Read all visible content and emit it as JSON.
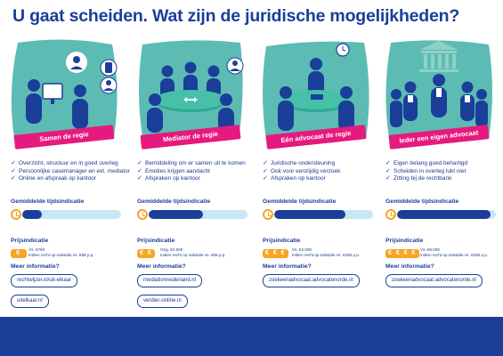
{
  "title": "U gaat scheiden. Wat zijn de juridische mogelijkheden?",
  "labels": {
    "time": "Gemiddelde tijdsindicatie",
    "price": "Prijsindicatie",
    "more": "Meer informatie?"
  },
  "colors": {
    "primary": "#1b3e99",
    "accent": "#e6197e",
    "teal": "#5cbcb4",
    "light_blue": "#c8e6f5",
    "orange": "#f5a623"
  },
  "options": [
    {
      "ribbon": "Samen de regie",
      "bullets": [
        "Overzicht, structuur en in goed overleg",
        "Persoonlijke casemanager en evt. mediator",
        "Online en afspraak op kantoor"
      ],
      "time_fraction": 0.2,
      "price_symbol": "€",
      "price_line1": "Vs. €790",
      "price_line2": "Indien recht op subsidie vs. €58 p.p.",
      "links": [
        "rechtwijzer.nl/uit-elkaar",
        "uitelkaar.nl"
      ]
    },
    {
      "ribbon": "Mediator de regie",
      "bullets": [
        "Bemiddeling om er samen uit te komen",
        "Emoties krijgen aandacht",
        "Afspraken op kantoor"
      ],
      "time_fraction": 0.55,
      "price_symbol": "€ €",
      "price_line1": "Ong. €2.000",
      "price_line2": "Indien recht op subsidie vs. €55 p.p.",
      "links": [
        "mediationnederland.nl",
        "verdier-online.nl"
      ]
    },
    {
      "ribbon": "Eén advocaat de regie",
      "bullets": [
        "Juridische ondersteuning",
        "Ook voor eenzijdig verzoek",
        "Afspraken op kantoor"
      ],
      "time_fraction": 0.72,
      "price_symbol": "€ € €",
      "price_line1": "Vs. €2.000",
      "price_line2": "Indien recht op subsidie vs. €296 p.p.",
      "links": [
        "zoekeenadvocaat.advocatenorde.nl"
      ]
    },
    {
      "ribbon": "Ieder een eigen advocaat",
      "bullets": [
        "Eigen belang goed behartigd",
        "Scheiden in overleg lukt niet",
        "Zitting bij de rechtbank"
      ],
      "time_fraction": 0.95,
      "price_symbol": "€ € € €",
      "price_line1": "Vs. €5.000",
      "price_line2": "Indien recht op subsidie vs. €296 p.p.",
      "links": [
        "zoekeenadvocaat.advocatenorde.nl"
      ]
    }
  ]
}
